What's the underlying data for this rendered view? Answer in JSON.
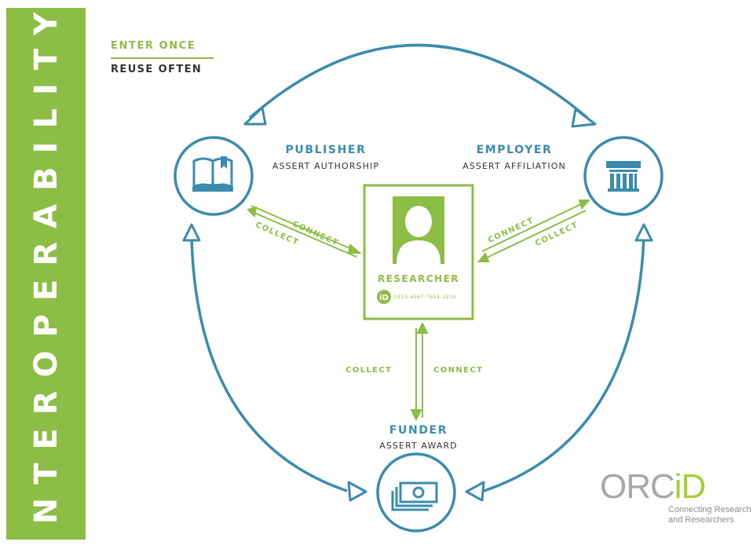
{
  "sidebar": {
    "title": "INTEROPERABILITY"
  },
  "tagline": {
    "line1": "ENTER ONCE",
    "line2": "REUSE OFTEN"
  },
  "nodes": {
    "publisher": {
      "title": "PUBLISHER",
      "subtitle": "ASSERT AUTHORSHIP",
      "icon": "book-icon"
    },
    "employer": {
      "title": "EMPLOYER",
      "subtitle": "ASSERT AFFILIATION",
      "icon": "building-icon"
    },
    "funder": {
      "title": "FUNDER",
      "subtitle": "ASSERT AWARD",
      "icon": "money-icon"
    },
    "researcher": {
      "title": "RESEARCHER",
      "orcid_id": "0123-4567-7654-3210",
      "icon": "person-icon",
      "badge": "iD"
    }
  },
  "flows": {
    "publisher": {
      "connect": "CONNECT",
      "collect": "COLLECT"
    },
    "employer": {
      "connect": "CONNECT",
      "collect": "COLLECT"
    },
    "funder": {
      "connect": "CONNECT",
      "collect": "COLLECT"
    }
  },
  "logo": {
    "text_gray": "ORC",
    "text_green": "iD",
    "tagline_line1": "Connecting Research",
    "tagline_line2": "and Researchers"
  },
  "colors": {
    "green": "#8cbd45",
    "blue": "#3b8bae",
    "logo_green": "#a6ce39",
    "logo_gray": "#a6a8ab"
  }
}
